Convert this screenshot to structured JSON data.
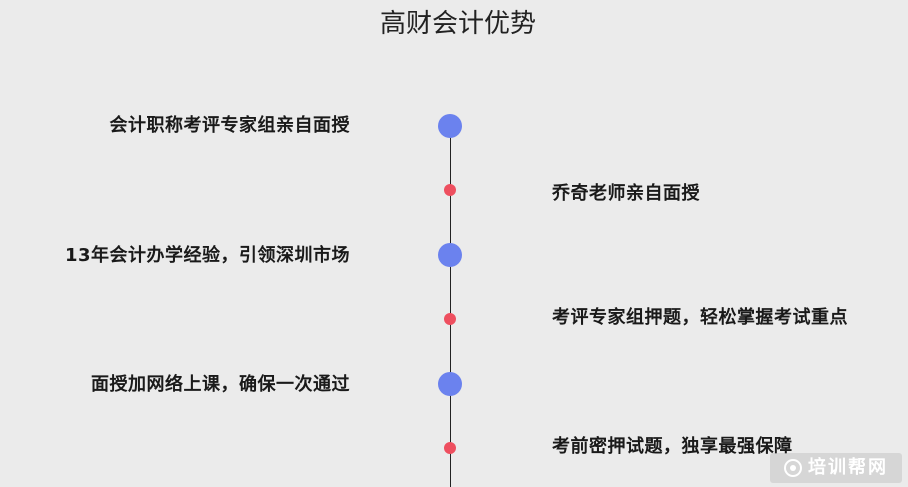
{
  "title": "高财会计优势",
  "items": [
    {
      "side": "left",
      "text": "会计职称考评专家组亲自面授"
    },
    {
      "side": "right",
      "text": "乔奇老师亲自面授"
    },
    {
      "side": "left",
      "text": "13年会计办学经验，引领深圳市场"
    },
    {
      "side": "right",
      "text": "考评专家组押题，轻松掌握考试重点"
    },
    {
      "side": "left",
      "text": "面授加网络上课，确保一次通过"
    },
    {
      "side": "right",
      "text": "考前密押试题，独享最强保障"
    }
  ],
  "watermark": "培训帮网",
  "colors": {
    "background": "#ebebeb",
    "big_dot": "#6b82ee",
    "small_dot": "#ee4f5f"
  }
}
